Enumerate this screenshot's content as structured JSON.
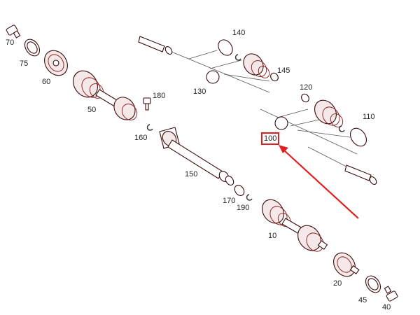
{
  "diagram": {
    "callouts": [
      "70",
      "75",
      "60",
      "50",
      "180",
      "160",
      "150",
      "170",
      "190",
      "10",
      "20",
      "45",
      "40",
      "140",
      "145",
      "130",
      "120",
      "110",
      "100"
    ],
    "highlighted_callout": "100",
    "highlight_color": "#e02020",
    "arrow_color": "#e02020",
    "line_color": "#3a0a0a",
    "accent_color": "#8a1515"
  }
}
